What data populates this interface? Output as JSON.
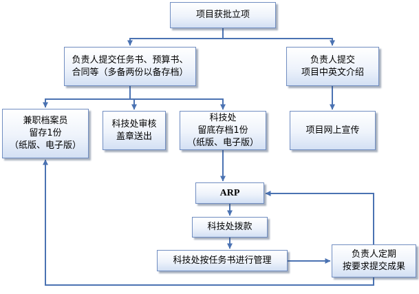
{
  "colors": {
    "box_border": "#6f8cc0",
    "box_fill_top": "#ffffff",
    "box_fill_bottom": "#d3e0f4",
    "connector": "#4a72b2"
  },
  "nodes": {
    "project_approval": "项目获批立项",
    "submit_docs": "负责人提交任务书、预算书、\n合同等（多备两份以备存档）",
    "submit_intro": "负责人提交\n项目中英文介绍",
    "archivist_copy": "兼职档案员\n留存1份\n（纸版、电子版）",
    "audit_seal": "科技处审核\n盖章送出",
    "sci_dept_archive": "科技处\n留底存档1份\n（纸版、电子版）",
    "online_publicity": "项目网上宣传",
    "arp": "ARP",
    "funding": "科技处拨款",
    "management": "科技处按任务书进行管理",
    "results": "负责人定期\n按要求提交成果"
  }
}
